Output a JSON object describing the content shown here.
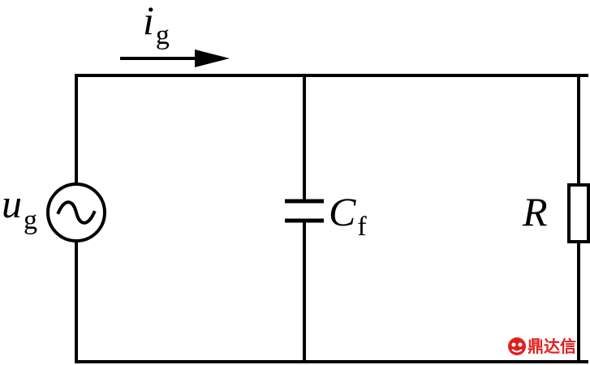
{
  "labels": {
    "current": {
      "symbol": "i",
      "subscript": "g"
    },
    "source": {
      "symbol": "u",
      "subscript": "g"
    },
    "capacitor": {
      "symbol": "C",
      "subscript": "f"
    },
    "resistor": {
      "symbol": "R"
    }
  },
  "watermark": {
    "text": "鼎达信",
    "color": "#e0201e"
  },
  "colors": {
    "line": "#000000",
    "background": "#ffffff"
  }
}
